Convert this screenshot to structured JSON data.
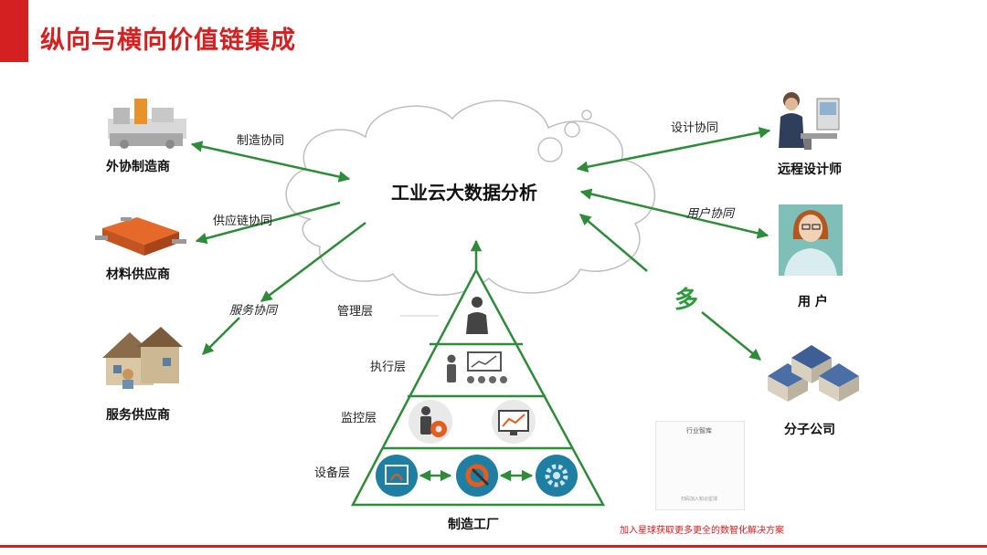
{
  "title": "纵向与横向价值链集成",
  "center": "工业云大数据分析",
  "left_nodes": {
    "outsourcing": "外协制造商",
    "material": "材料供应商",
    "service": "服务供应商"
  },
  "right_nodes": {
    "designer": "远程设计师",
    "user": "用 户",
    "branch": "分子公司"
  },
  "edge_labels": {
    "manufacturing_coop": "制造协同",
    "supply_chain_coop": "供应链协同",
    "service_coop": "服务协同",
    "design_coop": "设计协同",
    "user_coop": "用户协同"
  },
  "duo": "多",
  "pyramid": {
    "layers": [
      "管理层",
      "执行层",
      "监控层",
      "设备层"
    ],
    "base": "制造工厂"
  },
  "qr": {
    "title": "行业智库",
    "caption": "扫码加入知识星球"
  },
  "promo": "加入星球获取更多更全的数智化解决方案",
  "colors": {
    "accent_red": "#d42020",
    "arrow_green": "#2e8b3a"
  }
}
